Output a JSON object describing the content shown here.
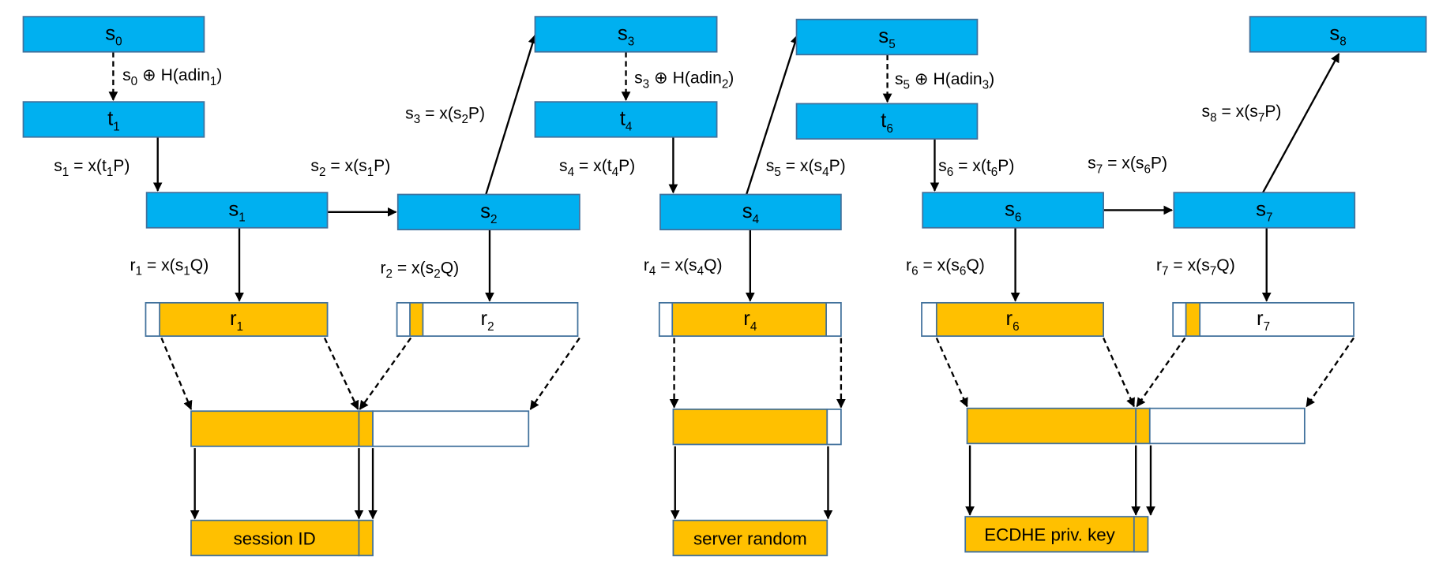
{
  "colors": {
    "state_fill": "#00B0F0",
    "output_fill": "#FFC000",
    "box_stroke": "#41719C",
    "arrow": "#000000",
    "empty_fill": "#FFFFFF"
  },
  "states": [
    {
      "id": "s0",
      "base": "s",
      "sub": "0"
    },
    {
      "id": "t1",
      "base": "t",
      "sub": "1"
    },
    {
      "id": "s1",
      "base": "s",
      "sub": "1"
    },
    {
      "id": "s2",
      "base": "s",
      "sub": "2"
    },
    {
      "id": "s3",
      "base": "s",
      "sub": "3"
    },
    {
      "id": "t4",
      "base": "t",
      "sub": "4"
    },
    {
      "id": "s4",
      "base": "s",
      "sub": "4"
    },
    {
      "id": "s5",
      "base": "s",
      "sub": "5"
    },
    {
      "id": "t6",
      "base": "t",
      "sub": "6"
    },
    {
      "id": "s6",
      "base": "s",
      "sub": "6"
    },
    {
      "id": "s7",
      "base": "s",
      "sub": "7"
    },
    {
      "id": "s8",
      "base": "s",
      "sub": "8"
    }
  ],
  "outputs": [
    {
      "id": "r1",
      "base": "r",
      "sub": "1"
    },
    {
      "id": "r2",
      "base": "r",
      "sub": "2"
    },
    {
      "id": "r4",
      "base": "r",
      "sub": "4"
    },
    {
      "id": "r6",
      "base": "r",
      "sub": "6"
    },
    {
      "id": "r7",
      "base": "r",
      "sub": "7"
    }
  ],
  "edge_labels": [
    {
      "id": "adin1",
      "parts": [
        [
          "s",
          ""
        ],
        [
          "0",
          "sub"
        ],
        [
          " ⊕ H(adin",
          ""
        ],
        [
          "1",
          "sub"
        ],
        [
          ")",
          ""
        ]
      ]
    },
    {
      "id": "adin2",
      "parts": [
        [
          "s",
          ""
        ],
        [
          "3",
          "sub"
        ],
        [
          " ⊕ H(adin",
          ""
        ],
        [
          "2",
          "sub"
        ],
        [
          ")",
          ""
        ]
      ]
    },
    {
      "id": "adin3",
      "parts": [
        [
          "s",
          ""
        ],
        [
          "5",
          "sub"
        ],
        [
          " ⊕ H(adin",
          ""
        ],
        [
          "3",
          "sub"
        ],
        [
          ")",
          ""
        ]
      ]
    },
    {
      "id": "s1eq",
      "parts": [
        [
          "s",
          ""
        ],
        [
          "1",
          "sub"
        ],
        [
          " = x(t",
          ""
        ],
        [
          "1",
          "sub"
        ],
        [
          "P)",
          ""
        ]
      ]
    },
    {
      "id": "s2eq",
      "parts": [
        [
          "s",
          ""
        ],
        [
          "2",
          "sub"
        ],
        [
          " = x(s",
          ""
        ],
        [
          "1",
          "sub"
        ],
        [
          "P)",
          ""
        ]
      ]
    },
    {
      "id": "s3eq",
      "parts": [
        [
          "s",
          ""
        ],
        [
          "3",
          "sub"
        ],
        [
          " = x(s",
          ""
        ],
        [
          "2",
          "sub"
        ],
        [
          "P)",
          ""
        ]
      ]
    },
    {
      "id": "s4eq",
      "parts": [
        [
          "s",
          ""
        ],
        [
          "4",
          "sub"
        ],
        [
          " = x(t",
          ""
        ],
        [
          "4",
          "sub"
        ],
        [
          "P)",
          ""
        ]
      ]
    },
    {
      "id": "s5eq",
      "parts": [
        [
          "s",
          ""
        ],
        [
          "5",
          "sub"
        ],
        [
          " = x(s",
          ""
        ],
        [
          "4",
          "sub"
        ],
        [
          "P)",
          ""
        ]
      ]
    },
    {
      "id": "s6eq",
      "parts": [
        [
          "s",
          ""
        ],
        [
          "6",
          "sub"
        ],
        [
          " = x(t",
          ""
        ],
        [
          "6",
          "sub"
        ],
        [
          "P)",
          ""
        ]
      ]
    },
    {
      "id": "s7eq",
      "parts": [
        [
          "s",
          ""
        ],
        [
          "7",
          "sub"
        ],
        [
          " = x(s",
          ""
        ],
        [
          "6",
          "sub"
        ],
        [
          "P)",
          ""
        ]
      ]
    },
    {
      "id": "s8eq",
      "parts": [
        [
          "s",
          ""
        ],
        [
          "8",
          "sub"
        ],
        [
          " = x(s",
          ""
        ],
        [
          "7",
          "sub"
        ],
        [
          "P)",
          ""
        ]
      ]
    },
    {
      "id": "r1eq",
      "parts": [
        [
          "r",
          ""
        ],
        [
          "1",
          "sub"
        ],
        [
          " = x(s",
          ""
        ],
        [
          "1",
          "sub"
        ],
        [
          "Q)",
          ""
        ]
      ]
    },
    {
      "id": "r2eq",
      "parts": [
        [
          "r",
          ""
        ],
        [
          "2",
          "sub"
        ],
        [
          " = x(s",
          ""
        ],
        [
          "2",
          "sub"
        ],
        [
          "Q)",
          ""
        ]
      ]
    },
    {
      "id": "r4eq",
      "parts": [
        [
          "r",
          ""
        ],
        [
          "4",
          "sub"
        ],
        [
          " = x(s",
          ""
        ],
        [
          "4",
          "sub"
        ],
        [
          "Q)",
          ""
        ]
      ]
    },
    {
      "id": "r6eq",
      "parts": [
        [
          "r",
          ""
        ],
        [
          "6",
          "sub"
        ],
        [
          " = x(s",
          ""
        ],
        [
          "6",
          "sub"
        ],
        [
          "Q)",
          ""
        ]
      ]
    },
    {
      "id": "r7eq",
      "parts": [
        [
          "r",
          ""
        ],
        [
          "7",
          "sub"
        ],
        [
          " = x(s",
          ""
        ],
        [
          "7",
          "sub"
        ],
        [
          "Q)",
          ""
        ]
      ]
    }
  ],
  "final_outputs": {
    "session_id": "session ID",
    "server_random": "server random",
    "ecdhe_key": "ECDHE priv. key"
  }
}
